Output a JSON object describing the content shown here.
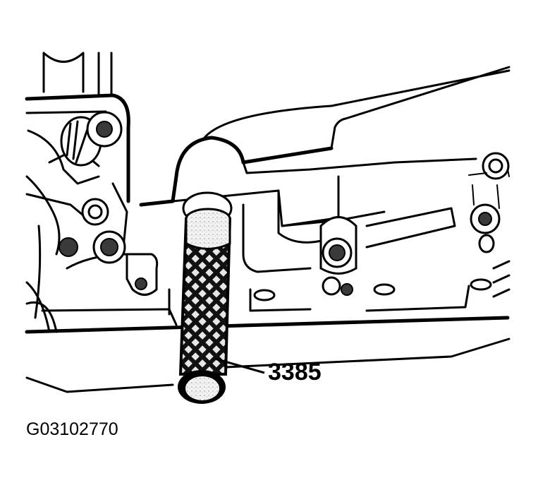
{
  "diagram": {
    "type": "technical-line-drawing",
    "subject": "transmission case with special tool inserted",
    "callouts": [
      {
        "label": "3385",
        "target": "knurled-tool-handle"
      }
    ],
    "figure_code": "G03102770",
    "colors": {
      "line": "#000000",
      "background": "#ffffff"
    }
  }
}
